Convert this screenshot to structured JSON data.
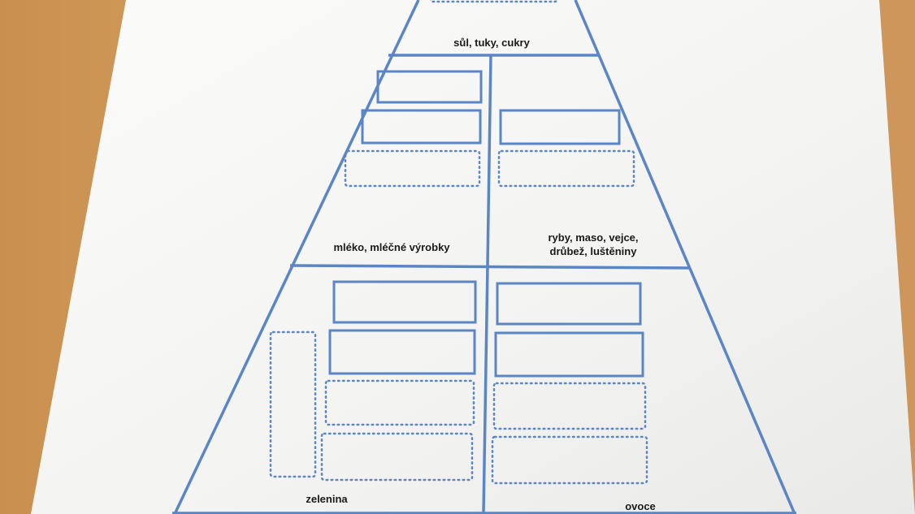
{
  "pyramid": {
    "tiers": {
      "top": {
        "label": "sůl, tuky, cukry"
      },
      "middle": {
        "left": {
          "label": "mléko, mléčné výrobky"
        },
        "right": {
          "label_line1": "ryby, maso, vejce,",
          "label_line2": "drůbež, luštěniny"
        }
      },
      "bottom": {
        "left": {
          "label": "zelenina"
        },
        "right": {
          "label": "ovoce"
        }
      }
    }
  },
  "colors": {
    "line": "#5b86c6",
    "paper": "#f7f7f5",
    "text": "#1a1a1a"
  }
}
